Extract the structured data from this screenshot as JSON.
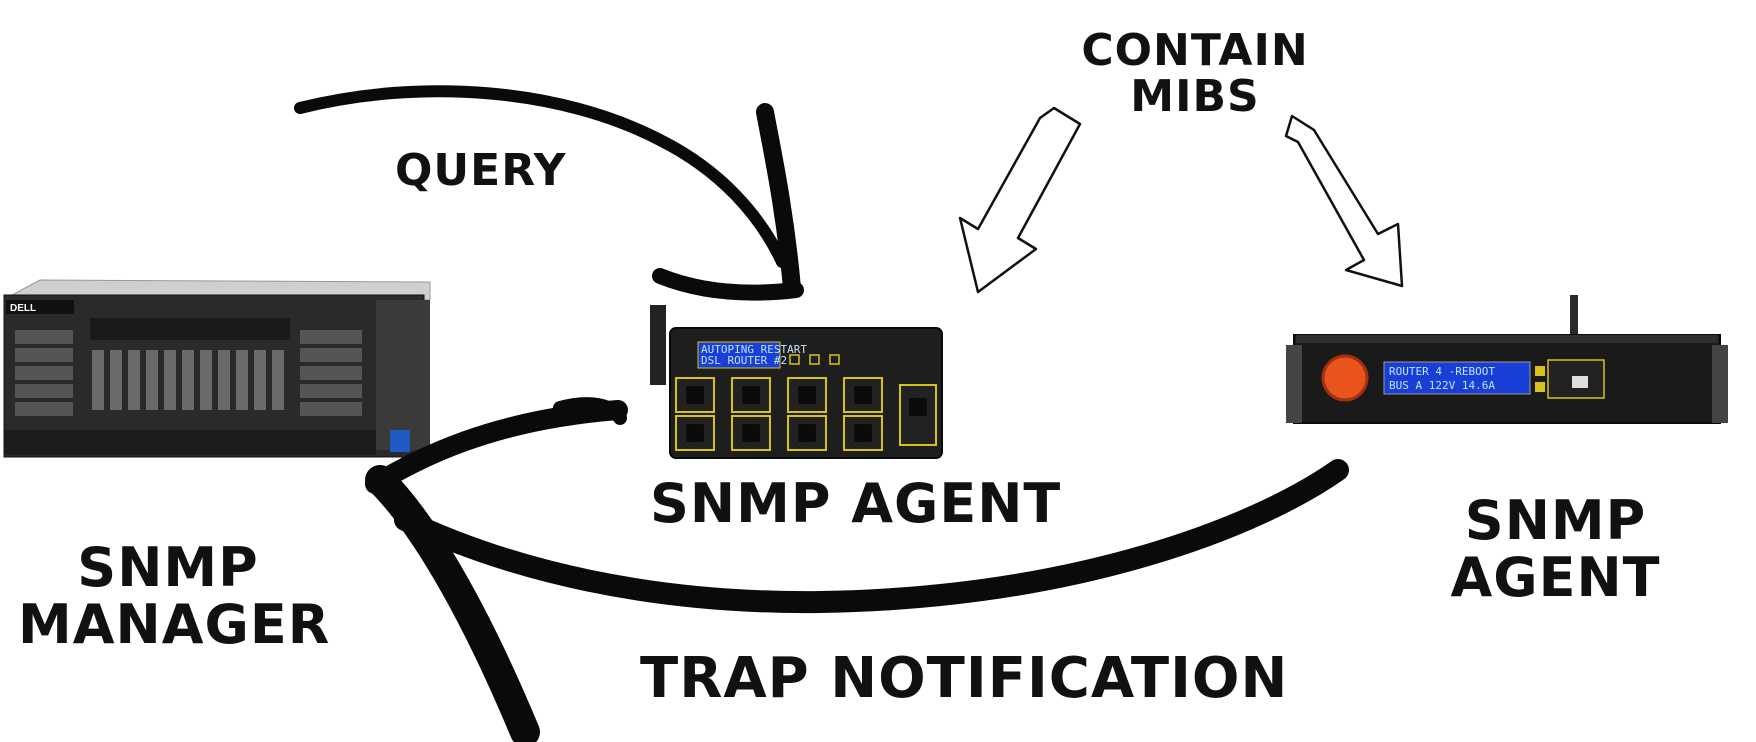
{
  "labels": {
    "query": "QUERY",
    "contain_line1": "CONTAIN",
    "contain_line2": "MIBS",
    "agent_left": "SNMP AGENT",
    "agent_right": "SNMP AGENT",
    "manager_line1": "SNMP",
    "manager_line2": "MANAGER",
    "trap": "TRAP NOTIFICATION"
  },
  "devices": {
    "server_brand": "DELL",
    "strip_lcd_line1": "AUTOPING RESTART",
    "strip_lcd_line2": "DSL ROUTER #2",
    "rack_lcd_line1": "ROUTER 4 -REBOOT",
    "rack_lcd_line2": "BUS A 122V 14.6A"
  },
  "colors": {
    "ink": "#0a0a0a",
    "device_body": "#1e1e1e",
    "lcd_blue": "#1a3fd6",
    "outlet_accent": "#d8c21a",
    "stop_button": "#e8541c"
  }
}
